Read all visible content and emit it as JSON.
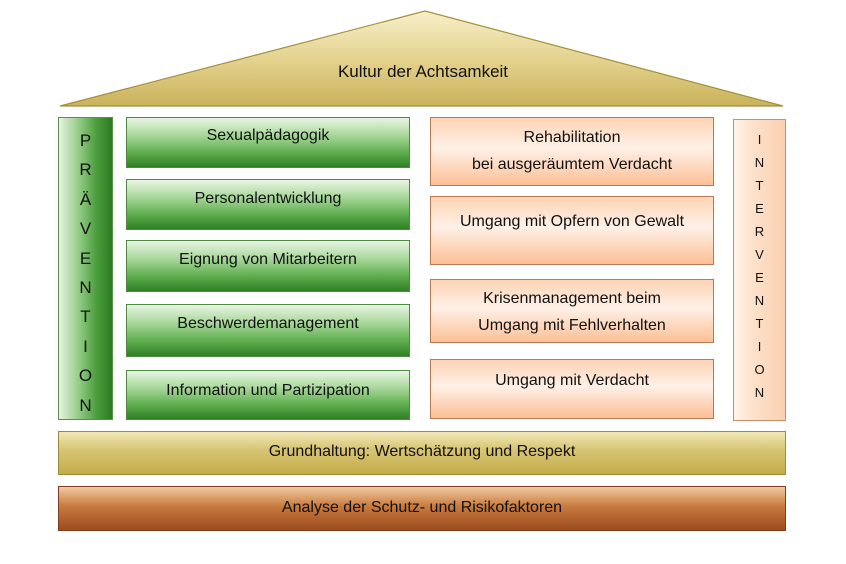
{
  "roof": {
    "label": "Kultur der Achtsamkeit"
  },
  "left_pillar": {
    "letters": [
      "P",
      "R",
      "Ä",
      "V",
      "E",
      "N",
      "T",
      "I",
      "O",
      "N"
    ]
  },
  "right_pillar": {
    "letters": [
      "I",
      "N",
      "T",
      "E",
      "R",
      "V",
      "E",
      "N",
      "T",
      "I",
      "O",
      "N"
    ]
  },
  "prevention_items": [
    "Sexualpädagogik",
    "Personalentwicklung",
    "Eignung von Mitarbeitern",
    "Beschwerdemanagement",
    "Information und Partizipation"
  ],
  "intervention_items": [
    {
      "line1": "Rehabilitation",
      "line2": "bei ausgeräumtem Verdacht"
    },
    {
      "line1": "Umgang mit Opfern von Gewalt",
      "line2": ""
    },
    {
      "line1": "Krisenmanagement beim",
      "line2": "Umgang mit Fehlverhalten"
    },
    {
      "line1": "Umgang mit Verdacht",
      "line2": ""
    }
  ],
  "foundation": {
    "label": "Grundhaltung: Wertschätzung und Respekt"
  },
  "base": {
    "label": "Analyse der Schutz- und Risikofaktoren"
  },
  "colors": {
    "roof": "#d9c472",
    "prevention_green": "#4c9f3e",
    "intervention_orange": "#fbd0b1",
    "foundation": "#d8c676",
    "base": "#b2602c"
  }
}
